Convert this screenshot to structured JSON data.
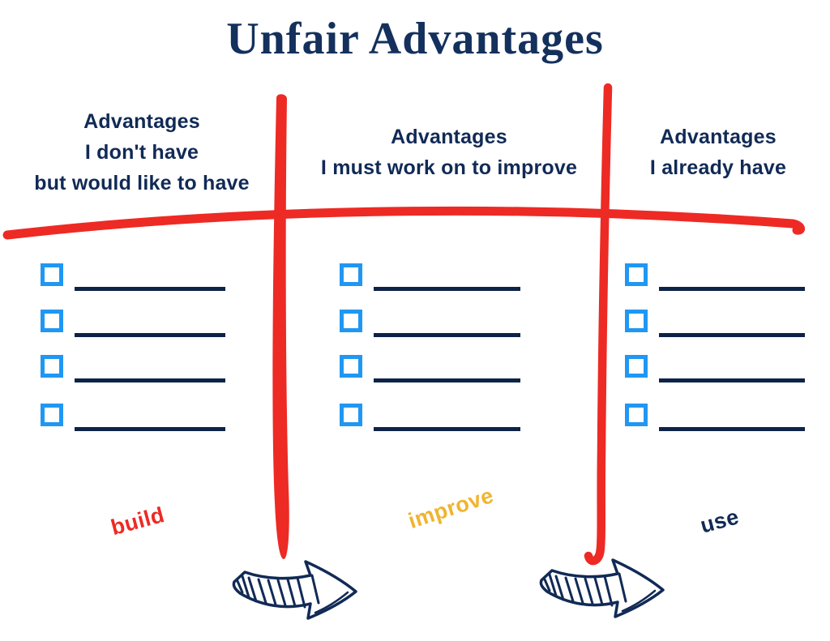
{
  "title": "Unfair Advantages",
  "columns": [
    {
      "header_lines": [
        "Advantages",
        "I don't have",
        "but would like to have"
      ],
      "action_label": "build",
      "action_color": "#ed2a24",
      "checklist_rows": 4
    },
    {
      "header_lines": [
        "Advantages",
        "I must work on to improve"
      ],
      "action_label": "improve",
      "action_color": "#f0b42f",
      "checklist_rows": 4
    },
    {
      "header_lines": [
        "Advantages",
        "I already have"
      ],
      "action_label": "use",
      "action_color": "#112a56",
      "checklist_rows": 4
    }
  ],
  "colors": {
    "title_navy": "#14305c",
    "header_navy": "#112a56",
    "write_line_navy": "#0d2347",
    "checkbox_blue": "#2097f3",
    "divider_red": "#ed2a24",
    "improve_gold": "#f0b42f"
  },
  "icons": [
    "checkbox-icon",
    "sketch-arrow-icon",
    "divider-line"
  ]
}
